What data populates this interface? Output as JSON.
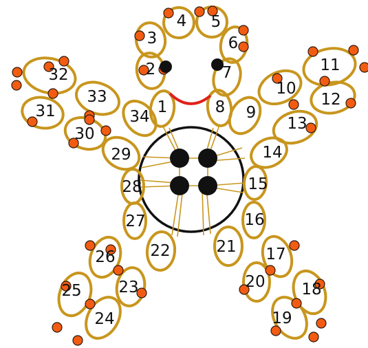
{
  "diagram": {
    "ring_numbers": [
      "1",
      "2",
      "3",
      "4",
      "5",
      "6",
      "7",
      "8",
      "9",
      "10",
      "11",
      "12",
      "13",
      "14",
      "15",
      "16",
      "17",
      "18",
      "19",
      "20",
      "21",
      "22",
      "23",
      "24",
      "25",
      "26",
      "27",
      "28",
      "29",
      "30",
      "31",
      "32",
      "33",
      "34"
    ],
    "colors": {
      "ring": "#c8961e",
      "picot": "#f25c12",
      "button": "#111111",
      "mouth": "#e0201a",
      "background": "#ffffff"
    },
    "elements": {
      "head": "eyes and smile",
      "center": "four-hole button"
    }
  }
}
